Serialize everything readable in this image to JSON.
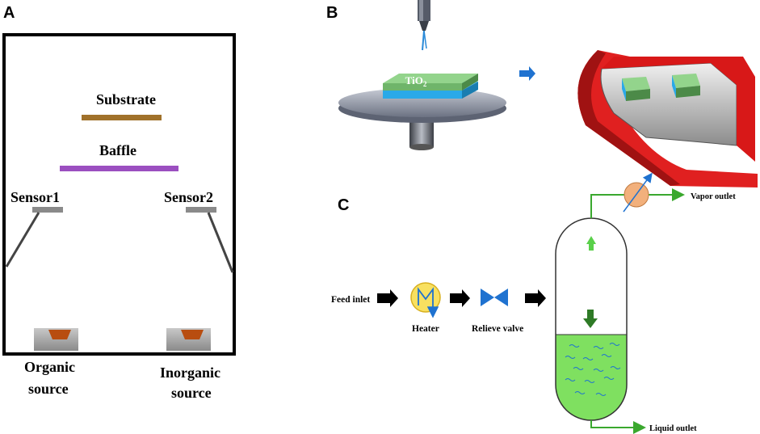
{
  "panels": {
    "a": "A",
    "b": "B",
    "c": "C"
  },
  "chamber": {
    "substrate": "Substrate",
    "baffle": "Baffle",
    "sensor1": "Sensor1",
    "sensor2": "Sensor2",
    "organic_line1": "Organic",
    "organic_line2": "source",
    "inorganic_line1": "Inorganic",
    "inorganic_line2": "source"
  },
  "spin": {
    "film_label": "TiO",
    "film_sub": "2"
  },
  "process": {
    "feed": "Feed inlet",
    "heater": "Heater",
    "valve": "Relieve valve",
    "vapor": "Vapor outlet",
    "liquid": "Liquid outlet"
  },
  "colors": {
    "substrate": "#a0712a",
    "baffle": "#9b4fc0",
    "crucible": "#b84d10",
    "green_film": "#6fb56a",
    "blue_layer": "#2aa9e8",
    "red_tube": "#e02020",
    "liquid": "#7fe060",
    "flow_green": "#3aa82e",
    "heater": "#f8e060",
    "valve": "#1f72d0",
    "cooler": "#f2b07c"
  }
}
